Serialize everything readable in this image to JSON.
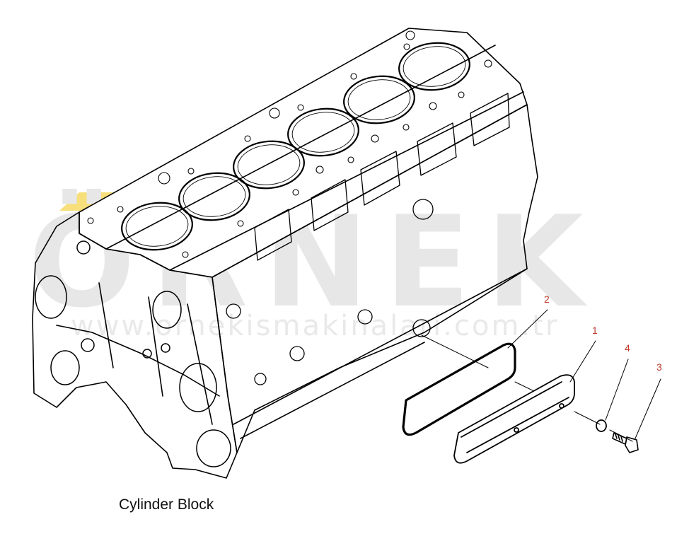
{
  "caption": "Cylinder Block",
  "callouts": [
    {
      "number": "1",
      "part": "cover"
    },
    {
      "number": "2",
      "part": "gasket"
    },
    {
      "number": "3",
      "part": "bolt"
    },
    {
      "number": "4",
      "part": "washer"
    }
  ],
  "watermark": {
    "brand": "ÖRNEK",
    "url": "www.ornekismakinalari.com.tr",
    "brand_color": "#e7e7e7",
    "accent_color": "#f1c40f"
  },
  "colors": {
    "line": "#000000",
    "callout": "#c0392b",
    "background": "#ffffff"
  }
}
